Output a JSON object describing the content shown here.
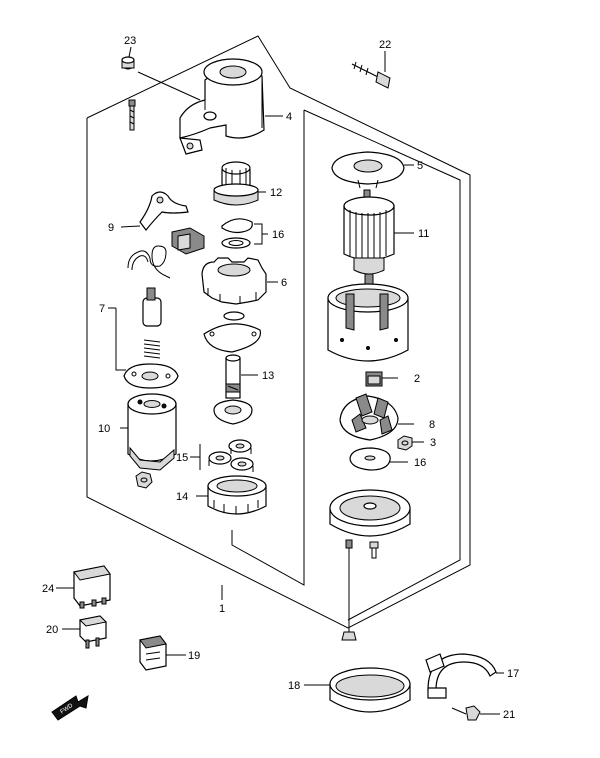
{
  "diagram": {
    "callouts": [
      {
        "id": "c1",
        "label": "1"
      },
      {
        "id": "c2",
        "label": "2"
      },
      {
        "id": "c3",
        "label": "3"
      },
      {
        "id": "c4",
        "label": "4"
      },
      {
        "id": "c5",
        "label": "5"
      },
      {
        "id": "c6",
        "label": "6"
      },
      {
        "id": "c7",
        "label": "7"
      },
      {
        "id": "c8",
        "label": "8"
      },
      {
        "id": "c9",
        "label": "9"
      },
      {
        "id": "c10",
        "label": "10"
      },
      {
        "id": "c11",
        "label": "11"
      },
      {
        "id": "c12",
        "label": "12"
      },
      {
        "id": "c13",
        "label": "13"
      },
      {
        "id": "c14",
        "label": "14"
      },
      {
        "id": "c15",
        "label": "15"
      },
      {
        "id": "c16a",
        "label": "16"
      },
      {
        "id": "c16b",
        "label": "16"
      },
      {
        "id": "c17",
        "label": "17"
      },
      {
        "id": "c18",
        "label": "18"
      },
      {
        "id": "c19",
        "label": "19"
      },
      {
        "id": "c20",
        "label": "20"
      },
      {
        "id": "c21",
        "label": "21"
      },
      {
        "id": "c22",
        "label": "22"
      },
      {
        "id": "c23",
        "label": "23"
      },
      {
        "id": "c24",
        "label": "24"
      }
    ],
    "fwd_marker": "FWD"
  }
}
